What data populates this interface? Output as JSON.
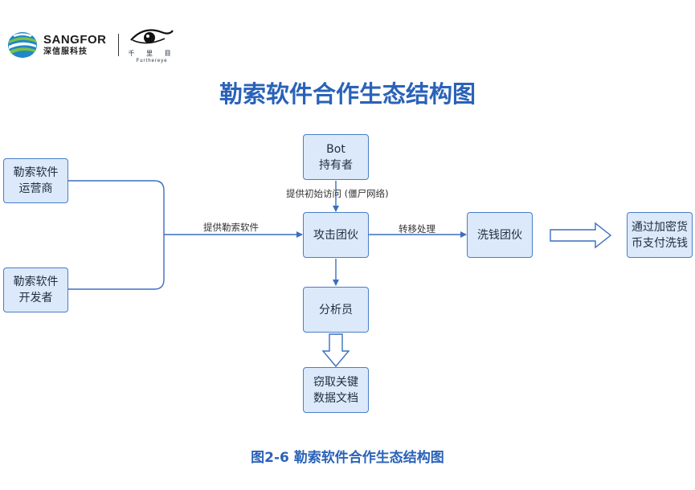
{
  "header": {
    "brand_left": "SANGFOR",
    "brand_left_cn": "深信服科技",
    "brand_right_cn": "千 里 目",
    "brand_right_en": "Furthereye"
  },
  "title": "勒索软件合作生态结构图",
  "nodes": {
    "operator": "勒索软件\n运营商",
    "developer": "勒索软件\n开发者",
    "bot": "Bot\n持有者",
    "attack": "攻击团伙",
    "launder": "洗钱团伙",
    "crypto": "通过加密货\n币支付洗钱",
    "analyst": "分析员",
    "steal": "窃取关键\n数据文档"
  },
  "edges": {
    "provide_ransomware": "提供勒索软件",
    "initial_access": "提供初始访问 (僵尸网络)",
    "transfer": "转移处理"
  },
  "caption": "图2-6  勒索软件合作生态结构图",
  "colors": {
    "accent": "#2a62b8",
    "node_fill": "#dbe9fa",
    "node_border": "#4a7ec8"
  }
}
